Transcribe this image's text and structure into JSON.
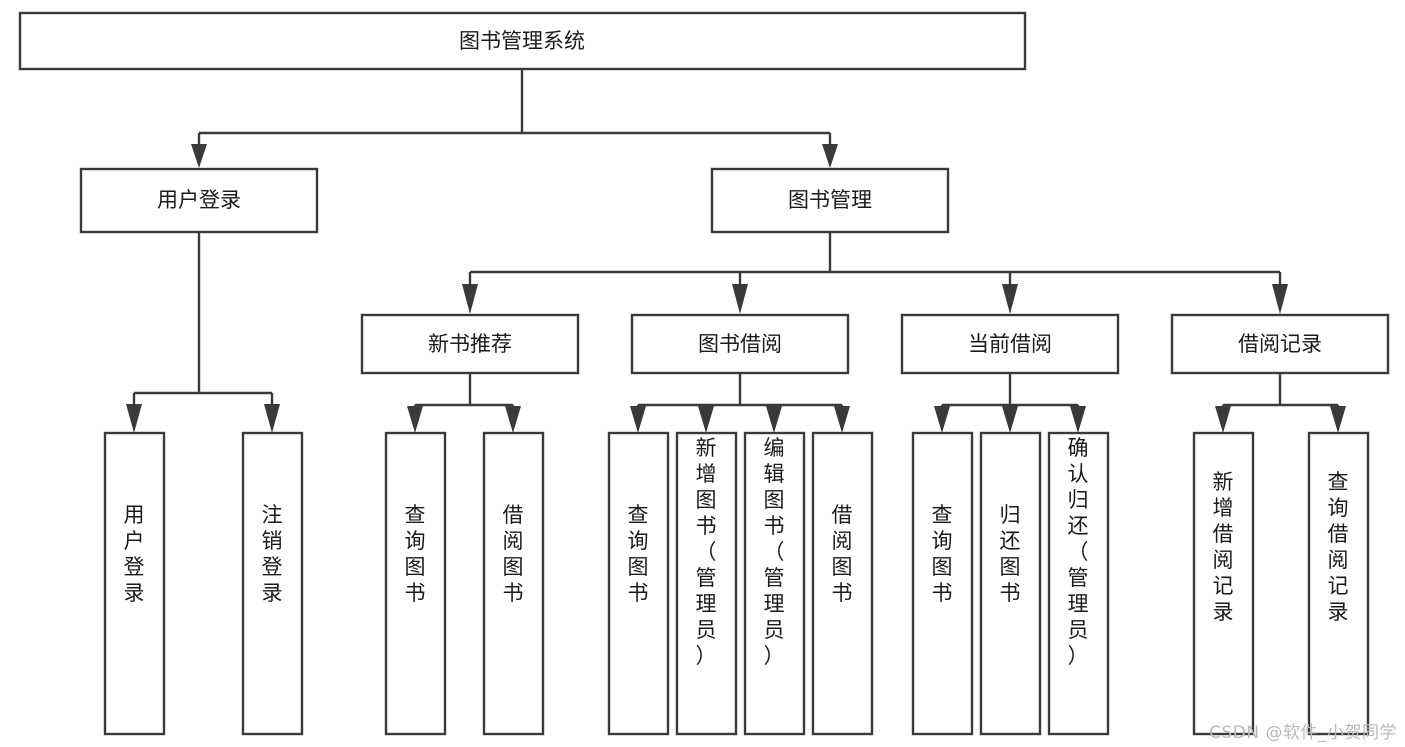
{
  "diagram": {
    "type": "tree-hierarchy-chart",
    "title": "图书管理系统",
    "watermark": "CSDN @软件_小贺同学",
    "colors": {
      "stroke": "#3a3a3a",
      "box_fill": "#ffffff",
      "text": "#1b1b1b",
      "background": "#ffffff",
      "watermark": "#b9b9b9"
    },
    "levels": [
      {
        "level": 1,
        "nodes": [
          {
            "id": "root",
            "label": "图书管理系统",
            "orientation": "horizontal"
          }
        ]
      },
      {
        "level": 2,
        "nodes": [
          {
            "id": "login",
            "label": "用户登录",
            "orientation": "horizontal",
            "parent": "root"
          },
          {
            "id": "bookmgmt",
            "label": "图书管理",
            "orientation": "horizontal",
            "parent": "root"
          }
        ]
      },
      {
        "level": 3,
        "nodes": [
          {
            "id": "newbook",
            "label": "新书推荐",
            "orientation": "horizontal",
            "parent": "bookmgmt"
          },
          {
            "id": "borrow",
            "label": "图书借阅",
            "orientation": "horizontal",
            "parent": "bookmgmt"
          },
          {
            "id": "current",
            "label": "当前借阅",
            "orientation": "horizontal",
            "parent": "bookmgmt"
          },
          {
            "id": "records",
            "label": "借阅记录",
            "orientation": "horizontal",
            "parent": "bookmgmt"
          }
        ]
      },
      {
        "level": 4,
        "nodes": [
          {
            "id": "leaf-login-1",
            "label": "用户登录",
            "orientation": "vertical",
            "parent": "login"
          },
          {
            "id": "leaf-login-2",
            "label": "注销登录",
            "orientation": "vertical",
            "parent": "login"
          },
          {
            "id": "leaf-newbook-1",
            "label": "查询图书",
            "orientation": "vertical",
            "parent": "newbook"
          },
          {
            "id": "leaf-newbook-2",
            "label": "借阅图书",
            "orientation": "vertical",
            "parent": "newbook"
          },
          {
            "id": "leaf-borrow-1",
            "label": "查询图书",
            "orientation": "vertical",
            "parent": "borrow"
          },
          {
            "id": "leaf-borrow-2",
            "label": "新增图书（管理员）",
            "orientation": "vertical",
            "parent": "borrow"
          },
          {
            "id": "leaf-borrow-3",
            "label": "编辑图书（管理员）",
            "orientation": "vertical",
            "parent": "borrow"
          },
          {
            "id": "leaf-borrow-4",
            "label": "借阅图书",
            "orientation": "vertical",
            "parent": "borrow"
          },
          {
            "id": "leaf-current-1",
            "label": "查询图书",
            "orientation": "vertical",
            "parent": "current"
          },
          {
            "id": "leaf-current-2",
            "label": "归还图书",
            "orientation": "vertical",
            "parent": "current"
          },
          {
            "id": "leaf-current-3",
            "label": "确认归还（管理员）",
            "orientation": "vertical",
            "parent": "current"
          },
          {
            "id": "leaf-records-1",
            "label": "新增借阅记录",
            "orientation": "vertical",
            "parent": "records"
          },
          {
            "id": "leaf-records-2",
            "label": "查询借阅记录",
            "orientation": "vertical",
            "parent": "records"
          }
        ]
      }
    ]
  }
}
